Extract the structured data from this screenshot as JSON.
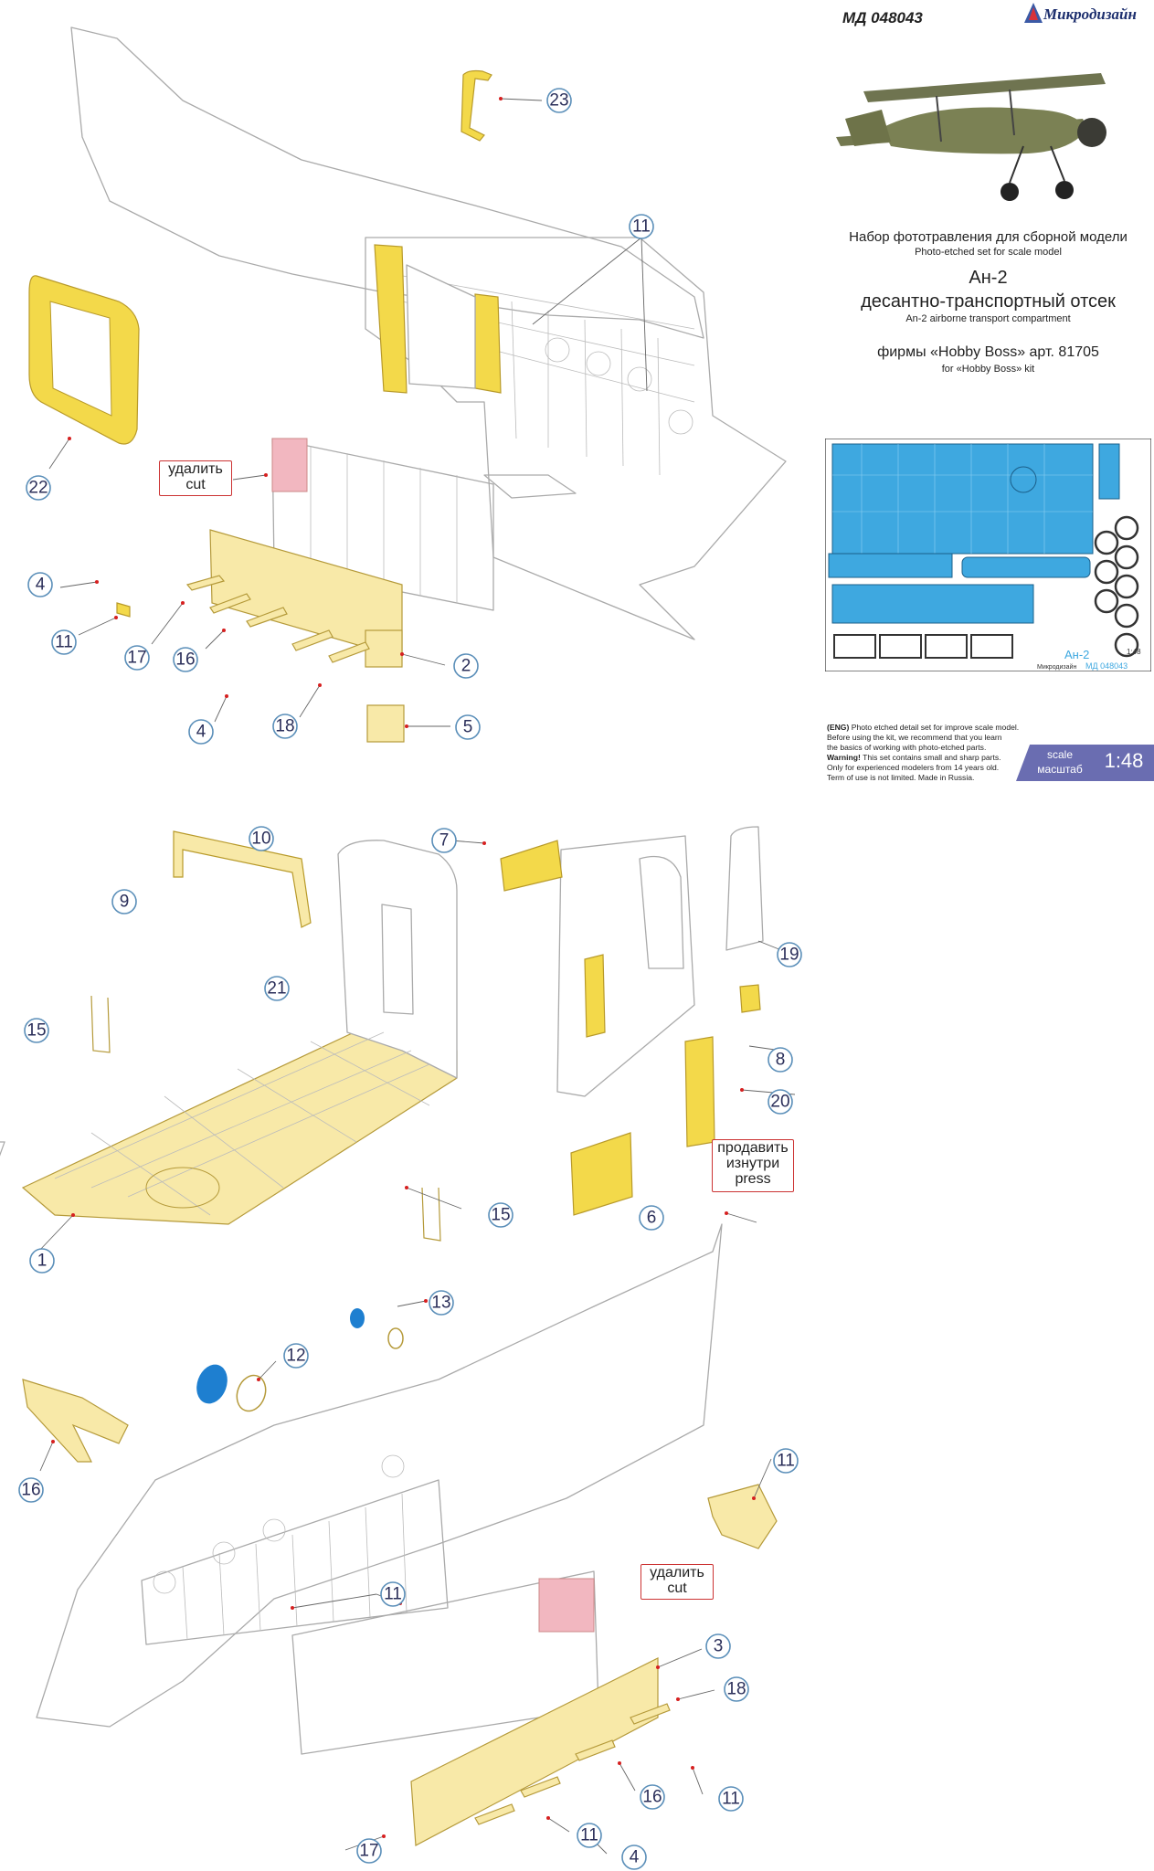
{
  "header": {
    "code": "МД 048043",
    "brand": "Микродизайн"
  },
  "title": {
    "line1_ru": "Набор фототравления для сборной модели",
    "line1_en": "Photo-etched set for scale model",
    "name_ru": "Ан-2",
    "subtitle_ru": "десантно-транспортный отсек",
    "subtitle_en": "An-2 airborne transport compartment",
    "kit_ru": "фирмы «Hobby Boss» арт. 81705",
    "kit_en": "for «Hobby Boss» kit"
  },
  "fret": {
    "name": "Ан-2",
    "scale": "1:48",
    "brand": "Микродизайн",
    "code": "МД 048043"
  },
  "note": {
    "lead": "(ENG)",
    "line1": " Photo etched detail set for improve scale model.",
    "line2": "Before using the kit, we recommend that you learn",
    "line3": "the basics of working with photo-etched parts.",
    "warn": "Warning!",
    "line4": " This set contains small and sharp parts.",
    "line5": "Only for experienced modelers from 14 years old.",
    "line6": "Term of use is not limited. Made in Russia."
  },
  "scale": {
    "label_en": "scale",
    "label_ru": "масштаб",
    "value": "1:48"
  },
  "callouts": {
    "cut_top": [
      "удалить",
      "cut"
    ],
    "press": [
      "продавить",
      "изнутри",
      "press"
    ],
    "cut_bottom": [
      "удалить",
      "cut"
    ]
  },
  "labels": [
    "23",
    "11",
    "22",
    "4",
    "11",
    "17",
    "16",
    "4",
    "18",
    "2",
    "5",
    "10",
    "9",
    "7",
    "19",
    "21",
    "15",
    "1",
    "15",
    "8",
    "20",
    "6",
    "13",
    "12",
    "16",
    "11",
    "11",
    "3",
    "18",
    "16",
    "11",
    "11",
    "17",
    "4"
  ],
  "colors": {
    "part_yellow": "#f3d94a",
    "part_pale": "#f8e9a8",
    "cut_pink": "#f2b7c0",
    "fret_blue": "#3ea8e0",
    "label_ring": "#5b8fb9",
    "scale_badge": "#6a6db1"
  }
}
